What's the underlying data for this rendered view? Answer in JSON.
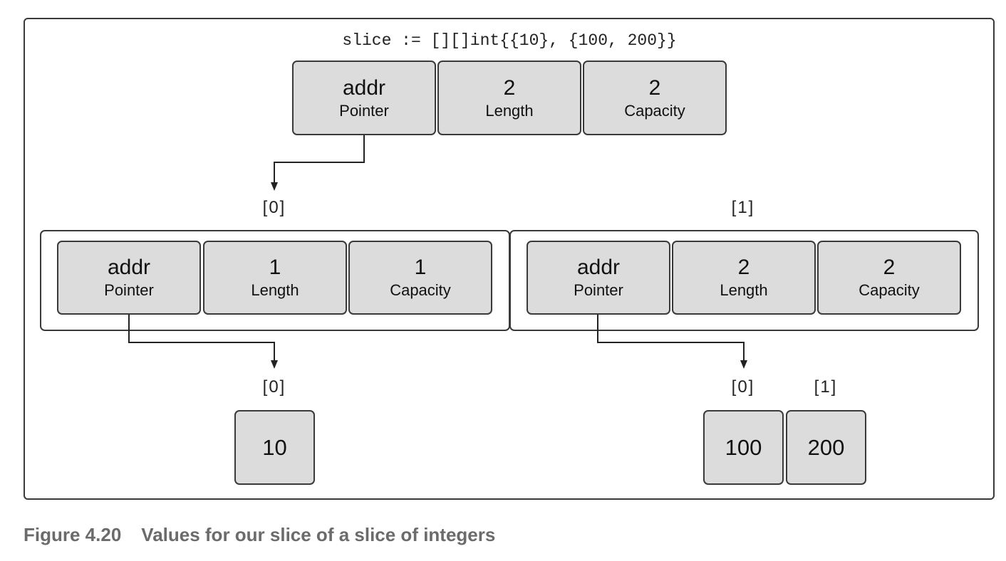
{
  "code": "slice := [][]int{{10}, {100, 200}}",
  "outer_header": [
    {
      "value": "addr",
      "label": "Pointer"
    },
    {
      "value": "2",
      "label": "Length"
    },
    {
      "value": "2",
      "label": "Capacity"
    }
  ],
  "inner_indices": [
    "[0]",
    "[1]"
  ],
  "inner_headers": [
    [
      {
        "value": "addr",
        "label": "Pointer"
      },
      {
        "value": "1",
        "label": "Length"
      },
      {
        "value": "1",
        "label": "Capacity"
      }
    ],
    [
      {
        "value": "addr",
        "label": "Pointer"
      },
      {
        "value": "2",
        "label": "Length"
      },
      {
        "value": "2",
        "label": "Capacity"
      }
    ]
  ],
  "arrays": [
    {
      "indices": [
        "[0]"
      ],
      "values": [
        "10"
      ]
    },
    {
      "indices": [
        "[0]",
        "[1]"
      ],
      "values": [
        "100",
        "200"
      ]
    }
  ],
  "caption": {
    "number": "Figure 4.20",
    "text": "Values for our slice of a slice of integers"
  }
}
